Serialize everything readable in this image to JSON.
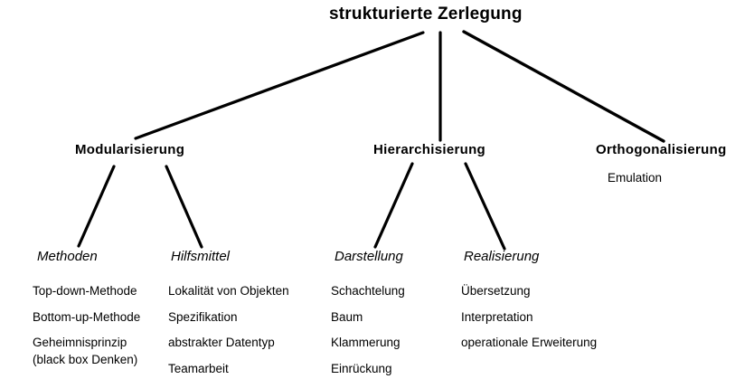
{
  "diagram": {
    "title": "strukturierte  Zerlegung",
    "root": {
      "label": "strukturierte  Zerlegung"
    },
    "level2": [
      {
        "label": "Modularisierung"
      },
      {
        "label": "Hierarchisierung"
      },
      {
        "label": "Orthogonalisierung"
      }
    ],
    "notes": [
      {
        "label": "Emulation"
      }
    ],
    "level3": [
      {
        "label": "Methoden"
      },
      {
        "label": "Hilfsmittel"
      },
      {
        "label": "Darstellung"
      },
      {
        "label": "Realisierung"
      }
    ],
    "leaves": {
      "methoden": [
        "Top-down-Methode",
        "Bottom-up-Methode",
        "Geheimnisprinzip",
        "(black box Denken)"
      ],
      "hilfsmittel": [
        "Lokalität von Objekten",
        "Spezifikation",
        "abstrakter Datentyp",
        "Teamarbeit"
      ],
      "darstellung": [
        "Schachtelung",
        "Baum",
        "Klammerung",
        "Einrückung"
      ],
      "realisierung": [
        "Übersetzung",
        "Interpretation",
        "operationale Erweiterung"
      ]
    },
    "colors": {
      "background": "#ffffff",
      "text": "#000000",
      "connector": "#000000"
    }
  }
}
